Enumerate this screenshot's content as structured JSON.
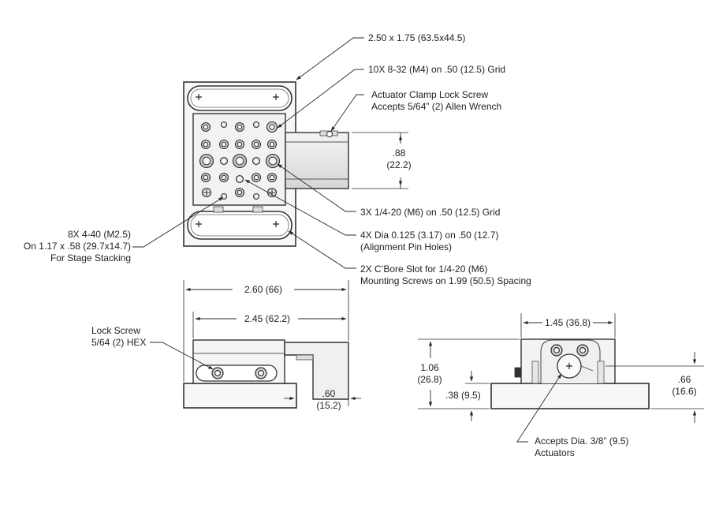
{
  "top_view": {
    "size": "2.50 x 1.75 (63.5x44.5)",
    "grid_8_32": "10X 8-32 (M4) on .50 (12.5) Grid",
    "lock_screw": [
      "Actuator Clamp Lock Screw",
      "Accepts 5/64” (2) Allen Wrench"
    ],
    "travel": [
      ".88",
      "(22.2)"
    ],
    "grid_1_4_20": "3X 1/4-20 (M6) on .50 (12.5) Grid",
    "alignment_pins": [
      "4X Dia 0.125 (3.17) on .50 (12.7)",
      "(Alignment Pin Holes)"
    ],
    "cbore_slot": [
      "2X C’Bore Slot for 1/4-20 (M6)",
      "Mounting Screws on 1.99 (50.5) Spacing"
    ],
    "stacking": [
      "8X 4-40 (M2.5)",
      "On 1.17 x .58 (29.7x14.7)",
      "For Stage Stacking"
    ]
  },
  "side_view": {
    "overall_width": "2.60 (66)",
    "base_width": "2.45 (62.2)",
    "lock_screw": [
      "Lock Screw",
      "5/64 (2) HEX"
    ],
    "offset": [
      ".60",
      "(15.2)"
    ]
  },
  "end_view": {
    "width": "1.45 (36.8)",
    "height": [
      "1.06",
      "(26.8)"
    ],
    "base_height": ".38 (9.5)",
    "axis_height": [
      ".66",
      "(16.6)"
    ],
    "actuators": [
      "Accepts Dia. 3/8” (9.5)",
      "Actuators"
    ]
  }
}
